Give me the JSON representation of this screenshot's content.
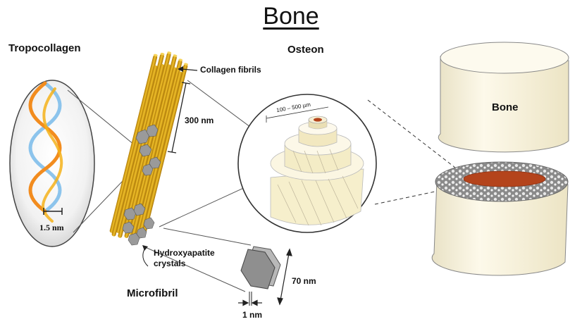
{
  "title": "Bone",
  "labels": {
    "tropocollagen": "Tropocollagen",
    "osteon": "Osteon",
    "microfibril": "Microfibril",
    "collagen_fibrils": "Collagen fibrils",
    "length_300nm": "300 nm",
    "helix_width": "1.5 nm",
    "osteon_diameter": "100 – 500 µm",
    "hydroxyapatite_line1": "Hydroxyapatite",
    "hydroxyapatite_line2": "crystals",
    "crystal_height": "70 nm",
    "crystal_thickness": "1 nm",
    "bone_block": "Bone"
  },
  "colors": {
    "helix_orange": "#f28c1e",
    "helix_blue": "#8cc4ec",
    "fibril_gold": "#e8b418",
    "crystal_gray": "#9a9a9a",
    "bone_cream": "#fbf6e4",
    "marrow_red": "#b4441c"
  }
}
